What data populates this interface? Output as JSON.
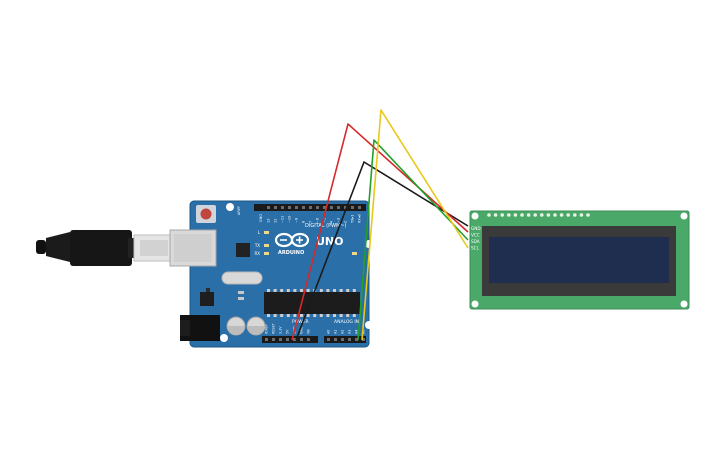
{
  "arduino": {
    "brand": "ARDUINO",
    "model": "UNO",
    "digital_header_label": "DIGITAL (PWM~)",
    "power_label": "POWER",
    "analog_label": "ANALOG IN",
    "led_l": "L",
    "led_tx": "TX",
    "led_rx": "RX",
    "aref": "AREF",
    "gnd": "GND",
    "digital_pins": [
      "13",
      "12",
      "~11",
      "~10",
      "~9",
      "8",
      "7",
      "~6",
      "~5",
      "4",
      "~3",
      "2",
      "TX▸1",
      "RX◂0"
    ],
    "power_pins": [
      "IOREF",
      "RESET",
      "3.3V",
      "5V",
      "GND",
      "GND",
      "Vin"
    ],
    "analog_pins": [
      "A0",
      "A1",
      "A2",
      "A3",
      "A4",
      "A5"
    ]
  },
  "lcd": {
    "pins": [
      "GND",
      "VCC",
      "SDA",
      "SCL"
    ]
  },
  "wires": [
    {
      "name": "gnd-wire",
      "color": "#1a1a1a",
      "from": "GND",
      "to": "GND"
    },
    {
      "name": "vcc-wire",
      "color": "#d42a2a",
      "from": "5V",
      "to": "VCC"
    },
    {
      "name": "sda-wire",
      "color": "#22a02a",
      "from": "A4",
      "to": "SDA"
    },
    {
      "name": "scl-wire",
      "color": "#e8c81a",
      "from": "A5",
      "to": "SCL"
    }
  ],
  "colors": {
    "board": "#2a6fa8",
    "lcd_pcb": "#4aa868",
    "lcd_screen": "#1f2d4f"
  }
}
